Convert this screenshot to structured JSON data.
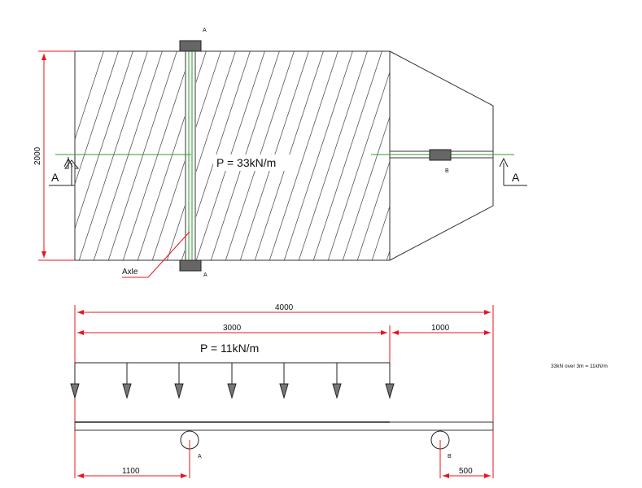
{
  "plan": {
    "load_label": "P = 33kN/m",
    "height_dim": "2000",
    "section_mark": "A",
    "top_support_label": "A",
    "bottom_support_label": "A",
    "right_support_label": "B",
    "axle_label": "Axle"
  },
  "beam": {
    "total_dim": "4000",
    "load_length_dim": "3000",
    "overhang_dim": "1000",
    "load_label": "P = 11kN/m",
    "left_support_dim": "1100",
    "right_support_dim": "500",
    "support_a_label": "A",
    "support_b_label": "B"
  },
  "note": "33kN over 3m = 11kN/m",
  "colors": {
    "dimension": "#e8141c",
    "centerline": "#2e9a2e",
    "line": "#333333"
  }
}
